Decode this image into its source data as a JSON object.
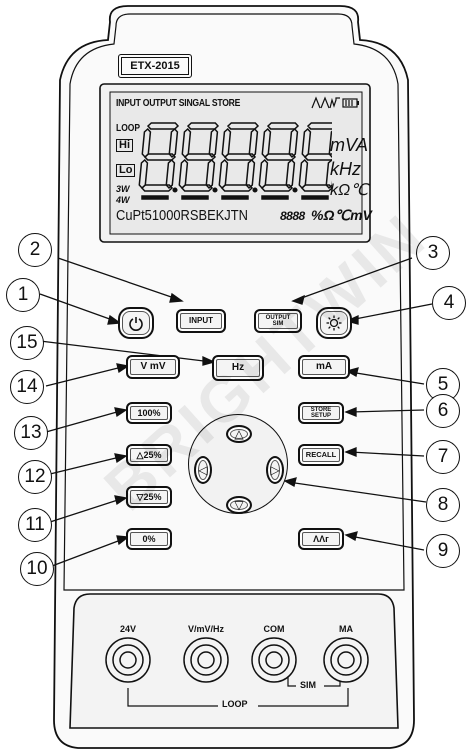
{
  "model": "ETX-2015",
  "lcd": {
    "top_row": "INPUT OUTPUT SINGAL STORE",
    "loop": "LOOP",
    "hi": "Hi",
    "lo": "Lo",
    "wire3": "3W",
    "wire4": "4W",
    "unit_mva": "mVA",
    "unit_khz": "kHz",
    "unit_kohm": "kΩ℃",
    "bottom_row": "CuPt51000RSBEKJTN",
    "small_digits": "8888",
    "small_units": "%Ω℃mV"
  },
  "buttons": {
    "power": "power",
    "input": "INPUT",
    "output_sim_1": "OUTPUT",
    "output_sim_2": "SIM",
    "backlight": "backlight",
    "vmv": "V mV",
    "hz": "Hz",
    "ma": "mA",
    "pct100": "100%",
    "up25": "△25%",
    "down25": "▽25%",
    "pct0": "0%",
    "store_setup_1": "STORE",
    "store_setup_2": "SETUP",
    "recall": "RECALL",
    "wave": "ΛΛᴦ",
    "nav_up": "△",
    "nav_down": "▽",
    "nav_left": "◁",
    "nav_right": "▷"
  },
  "callouts": [
    "1",
    "2",
    "3",
    "4",
    "5",
    "6",
    "7",
    "8",
    "9",
    "10",
    "11",
    "12",
    "13",
    "14",
    "15"
  ],
  "jacks": {
    "labels": [
      "24V",
      "V/mV/Hz",
      "COM",
      "MA"
    ],
    "loop_label": "LOOP",
    "sim_label": "SIM"
  },
  "watermark": "BRIGHTWIN"
}
